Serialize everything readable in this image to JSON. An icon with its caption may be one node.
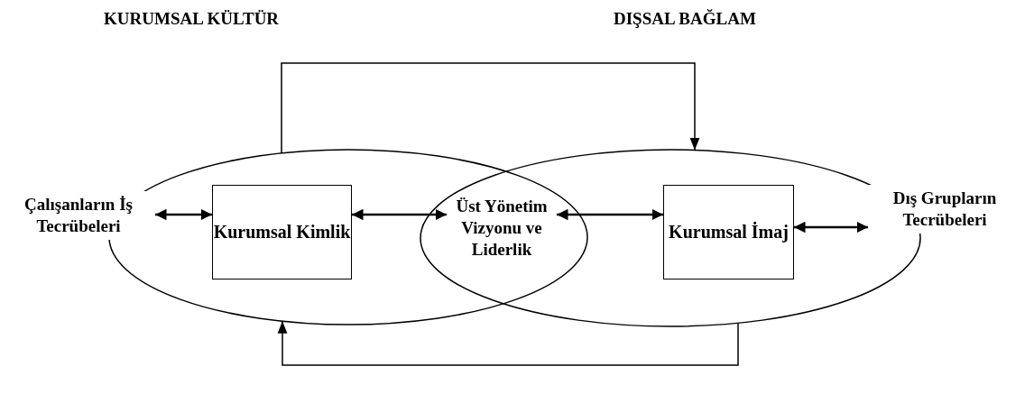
{
  "diagram": {
    "nodes": [
      {
        "text": [],
        "shape": "ellipse"
      },
      {
        "text": [],
        "shape": "ellipse"
      },
      {
        "text": [
          "Çalışanların İş Tecrübeleri"
        ]
      },
      {
        "text": [
          "Kurumsal Kimlik"
        ],
        "in": 0
      },
      {
        "text": [
          "Üst Yönetim Vizyonu ve Liderlik"
        ]
      },
      {
        "text": [
          "Kurumsal İmaj"
        ],
        "in": 1
      },
      {
        "text": [
          "Dış Grupların Tecrübeleri"
        ]
      }
    ],
    "edges": [
      {
        "from": 2,
        "to": 3,
        "arrow": "both"
      },
      {
        "from": 3,
        "to": 4,
        "arrow": "both"
      },
      {
        "from": 4,
        "to": 5,
        "arrow": "both"
      },
      {
        "from": 5,
        "to": 6,
        "arrow": "both"
      },
      {
        "from": 0,
        "to": 1,
        "arrow": "to"
      },
      {
        "from": 1,
        "to": 0,
        "arrow": "to"
      }
    ],
    "labels": [
      "KURUMSAL KÜLTÜR",
      "DIŞSAL BAĞLAM"
    ]
  }
}
